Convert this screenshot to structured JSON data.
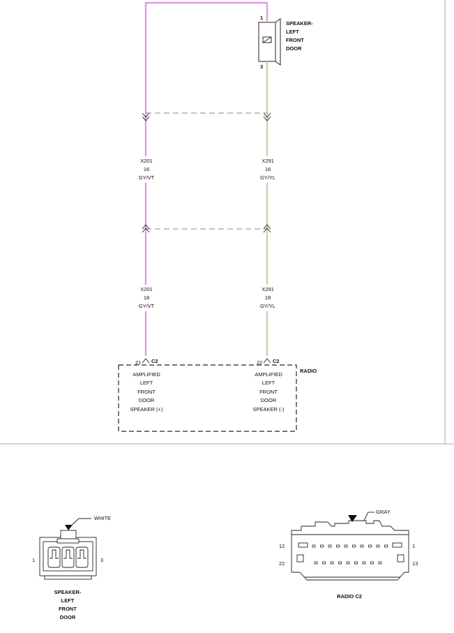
{
  "colors": {
    "wire_gyvt": "#e09ae6",
    "wire_gyyl": "#cccc99",
    "line": "#222222",
    "dash": "#888888",
    "divider": "#aaaaaa"
  },
  "speaker_component": {
    "pin_top": "1",
    "pin_bottom": "3",
    "name_lines": [
      "SPEAKER-",
      "LEFT",
      "FRONT",
      "DOOR"
    ]
  },
  "wires": {
    "left_upper": {
      "circuit": "X201",
      "gauge": "16",
      "color": "GY/VT"
    },
    "right_upper": {
      "circuit": "X291",
      "gauge": "16",
      "color": "GY/YL"
    },
    "left_lower": {
      "circuit": "X201",
      "gauge": "18",
      "color": "GY/VT"
    },
    "right_lower": {
      "circuit": "X291",
      "gauge": "18",
      "color": "GY/YL"
    }
  },
  "radio": {
    "name": "RADIO",
    "left_pin": {
      "number": "21",
      "connector": "C2",
      "desc": [
        "AMPLIFIED",
        "LEFT",
        "FRONT",
        "DOOR",
        "SPEAKER (+)"
      ]
    },
    "right_pin": {
      "number": "22",
      "connector": "C2",
      "desc": [
        "AMPLIFIED",
        "LEFT",
        "FRONT",
        "DOOR",
        "SPEAKER (-)"
      ]
    }
  },
  "speaker_connector": {
    "color": "WHITE",
    "pin_left": "1",
    "pin_right": "3",
    "caption": [
      "SPEAKER-",
      "LEFT",
      "FRONT",
      "DOOR"
    ]
  },
  "radio_connector": {
    "color": "GRAY",
    "pins": {
      "top_left": "12",
      "top_right": "1",
      "bottom_left": "22",
      "bottom_right": "13"
    },
    "caption": "RADIO C2"
  }
}
